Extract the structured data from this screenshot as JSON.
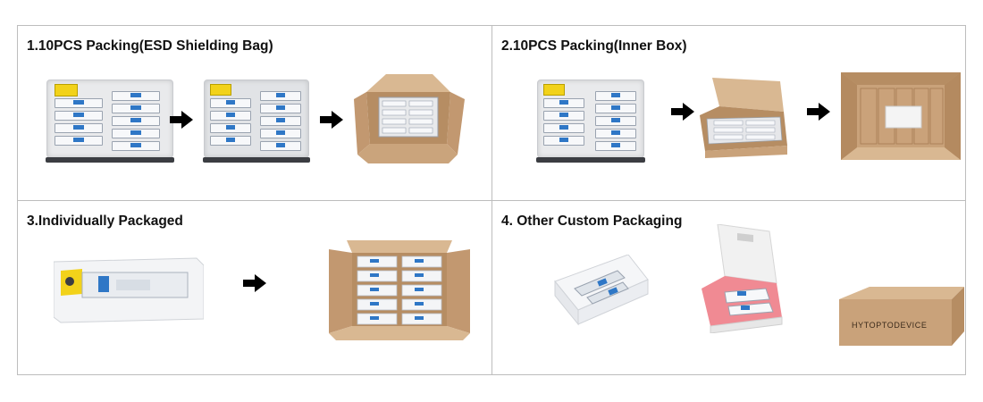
{
  "sections": [
    {
      "title": "1.10PCS Packing(ESD Shielding Bag)"
    },
    {
      "title": "2.10PCS Packing(Inner Box)"
    },
    {
      "title": "3.Individually Packaged"
    },
    {
      "title": "4. Other Custom Packaging"
    }
  ],
  "icons": {
    "arrow": "arrow-right-icon"
  },
  "box_brand": "HYTOPTODEVICE",
  "colors": {
    "border": "#bdbdbd",
    "kraft": "#c9a27a",
    "module_label": "#2f77c6",
    "warning_label": "#f2d21a",
    "pink_insert": "#f08a93"
  }
}
